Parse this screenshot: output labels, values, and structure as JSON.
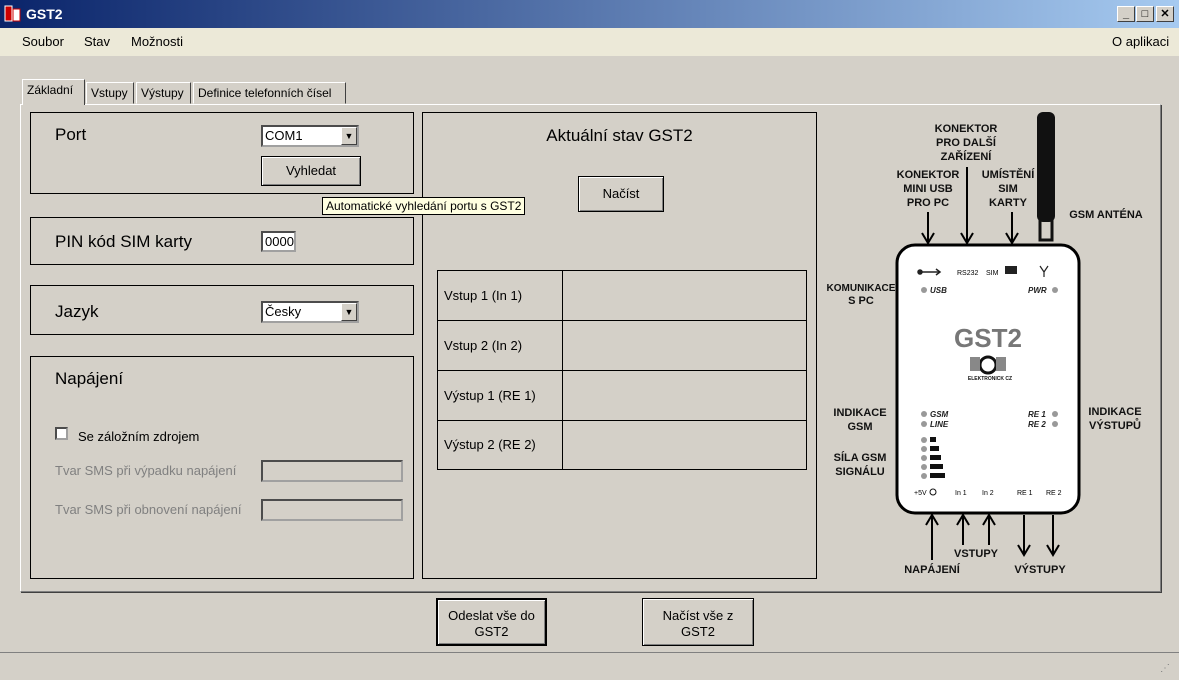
{
  "window": {
    "title": "GST2"
  },
  "menu": {
    "items": [
      "Soubor",
      "Stav",
      "Možnosti"
    ],
    "about": "O aplikaci"
  },
  "tabs": [
    "Základní",
    "Vstupy",
    "Výstupy",
    "Definice telefonních čísel"
  ],
  "port": {
    "label": "Port",
    "value": "COM1",
    "search_button": "Vyhledat",
    "tooltip": "Automatické vyhledání portu s GST2"
  },
  "pin": {
    "label": "PIN kód SIM karty",
    "value": "0000"
  },
  "language": {
    "label": "Jazyk",
    "value": "Česky"
  },
  "power": {
    "label": "Napájení",
    "backup_checkbox": "Se záložním zdrojem",
    "backup_checked": false,
    "sms_outage_label": "Tvar SMS při výpadku napájení",
    "sms_outage_value": "",
    "sms_restore_label": "Tvar SMS při obnovení napájení",
    "sms_restore_value": ""
  },
  "state": {
    "title": "Aktuální stav GST2",
    "read_button": "Načíst",
    "rows": [
      {
        "label": "Vstup 1 (In 1)",
        "value": ""
      },
      {
        "label": "Vstup 2 (In 2)",
        "value": ""
      },
      {
        "label": "Výstup 1 (RE 1)",
        "value": ""
      },
      {
        "label": "Výstup 2 (RE 2)",
        "value": ""
      }
    ]
  },
  "diagram": {
    "device_name": "GST2",
    "brand": "ELEKTRONICK CZ",
    "callouts": {
      "connector_other": [
        "KONEKTOR",
        "PRO DALŠÍ",
        "ZAŘÍZENÍ"
      ],
      "connector_usb": [
        "KONEKTOR",
        "MINI USB",
        "PRO PC"
      ],
      "sim_place": [
        "UMÍSTĚNÍ",
        "SIM",
        "KARTY"
      ],
      "gsm_antenna": "GSM ANTÉNA",
      "pc_comm": [
        "KOMUNIKACE",
        "S PC"
      ],
      "gsm_indication": [
        "INDIKACE",
        "GSM"
      ],
      "signal_strength": [
        "SÍLA GSM",
        "SIGNÁLU"
      ],
      "output_indication": [
        "INDIKACE",
        "VÝSTUPŮ"
      ],
      "power": "NAPÁJENÍ",
      "inputs": "VSTUPY",
      "outputs": "VÝSTUPY"
    },
    "device_labels": {
      "rs232": "RS232",
      "sim": "SIM",
      "usb": "USB",
      "pwr": "PWR",
      "gsm": "GSM",
      "line": "LINE",
      "re1": "RE 1",
      "re2": "RE 2",
      "plus5v": "+5V",
      "in1": "In 1",
      "in2": "In 2"
    }
  },
  "footer": {
    "send_all": [
      "Odeslat vše do",
      "GST2"
    ],
    "read_all": [
      "Načíst vše z",
      "GST2"
    ]
  }
}
